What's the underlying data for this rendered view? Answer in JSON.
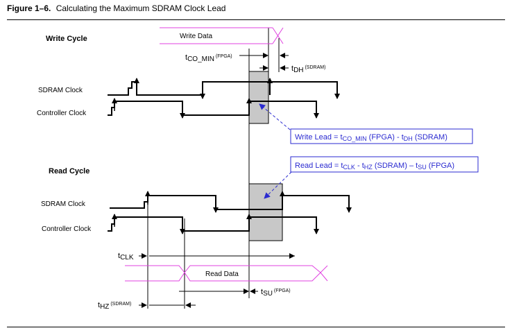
{
  "caption": {
    "figure_label": "Figure 1–6.",
    "title": "Calculating the Maximum SDRAM Clock Lead"
  },
  "write_cycle": {
    "heading": "Write Cycle",
    "sdram_clock_label": "SDRAM Clock",
    "controller_clock_label": "Controller Clock",
    "data_label": "Write Data",
    "tco": {
      "main": "t",
      "sub": "CO_MIN",
      "qual": " (FPGA)"
    },
    "tdh": {
      "main": "t",
      "sub": "DH",
      "qual": " (SDRAM)"
    },
    "lead_box": {
      "p1": "Write Lead = t",
      "s1": "CO_MIN",
      "p2": " (FPGA) - t",
      "s2": "DH",
      "p3": " (SDRAM)"
    }
  },
  "read_cycle": {
    "heading": "Read Cycle",
    "sdram_clock_label": "SDRAM Clock",
    "controller_clock_label": "Controller Clock",
    "data_label": "Read Data",
    "tclk": {
      "main": "t",
      "sub": "CLK"
    },
    "tsu": {
      "main": "t",
      "sub": "SU",
      "qual": " (FPGA)"
    },
    "thz": {
      "main": "t",
      "sub": "HZ",
      "qual": " (SDRAM)"
    },
    "lead_box": {
      "p1": "Read Lead = t",
      "s1": "CLK",
      "p2": " - t",
      "s2": "HZ",
      "p3": " (SDRAM) – t",
      "s3": "SU",
      "p4": " (FPGA)"
    }
  },
  "colors": {
    "accent": "#2a2ad0",
    "data_bus": "#e040e0",
    "shade": "#c8c8c8",
    "ink": "#000000"
  }
}
